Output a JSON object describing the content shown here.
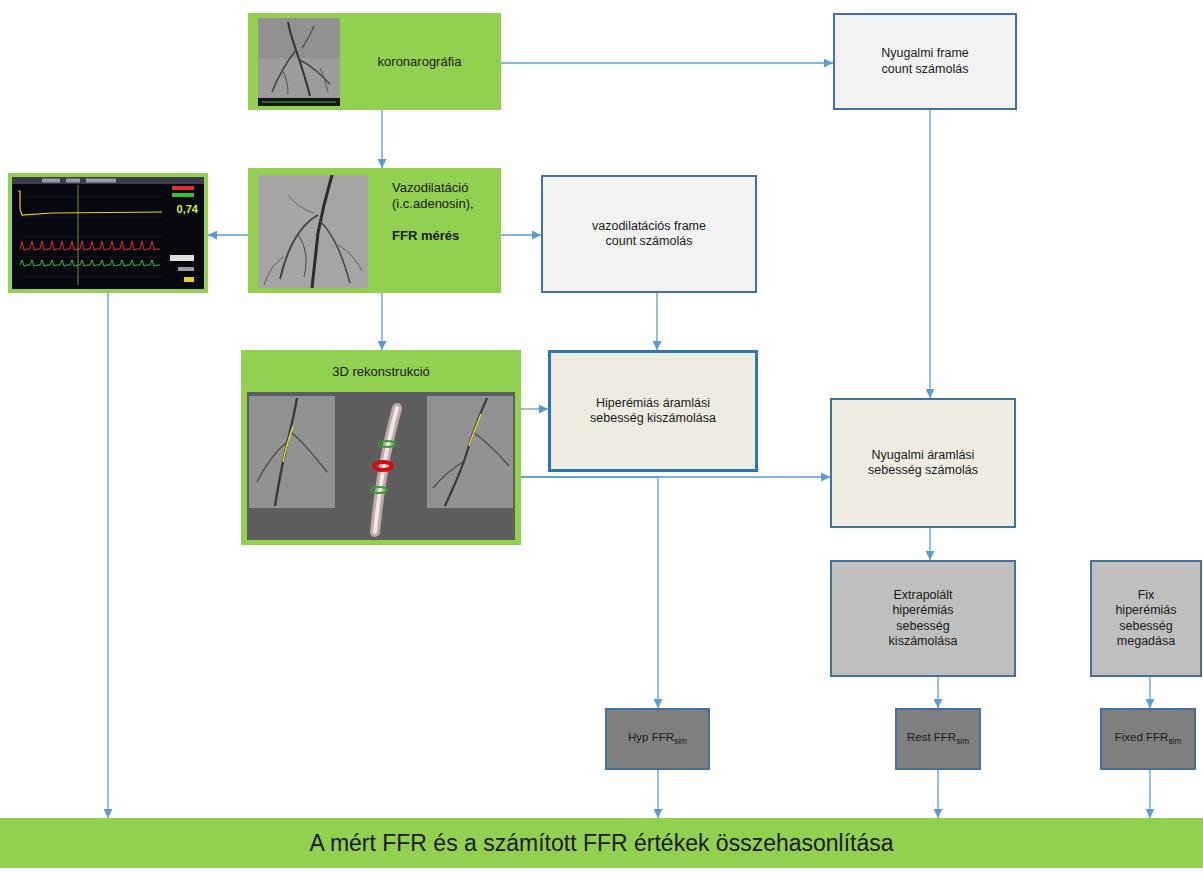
{
  "diagram": {
    "nodes": [
      {
        "text": [
          "koronarográfia"
        ]
      },
      {
        "text": [
          "Nyugalmi frame count számolás"
        ]
      },
      {
        "text": [
          "0,74"
        ]
      },
      {
        "text": [
          "Vazodilatáció (i.c.adenosin),",
          "FFR mérés"
        ]
      },
      {
        "text": [
          "vazodilatációs frame count számolás"
        ]
      },
      {
        "text": [
          "3D rekonstrukció"
        ]
      },
      {
        "text": [
          "Hiperémiás áramlási sebesség kiszámolása"
        ]
      },
      {
        "text": [
          "Nyugalmi áramlási sebesség számolás"
        ]
      },
      {
        "text": [
          "Extrapolált hiperémiás sebesség kiszámolása"
        ]
      },
      {
        "text": [
          "Fix hiperémiás sebesség megadása"
        ]
      },
      {
        "text": [
          "Hyp FFRsim"
        ]
      },
      {
        "text": [
          "Rest FFRsim"
        ]
      },
      {
        "text": [
          "Fixed FFRsim"
        ]
      },
      {
        "text": [
          "A mért FFR és a számított FFR értékek összehasonlítása"
        ]
      }
    ],
    "edges": [
      {
        "from": 0,
        "to": 1,
        "arrow": "to"
      },
      {
        "from": 0,
        "to": 3,
        "arrow": "to"
      },
      {
        "from": 3,
        "to": 2,
        "arrow": "to"
      },
      {
        "from": 3,
        "to": 4,
        "arrow": "to"
      },
      {
        "from": 3,
        "to": 5,
        "arrow": "to"
      },
      {
        "from": 4,
        "to": 6,
        "arrow": "to"
      },
      {
        "from": 1,
        "to": 7,
        "arrow": "to"
      },
      {
        "from": 5,
        "to": 6,
        "arrow": "to"
      },
      {
        "from": 5,
        "to": 7,
        "arrow": "to"
      },
      {
        "from": 5,
        "to": 10,
        "arrow": "to"
      },
      {
        "from": 7,
        "to": 8,
        "arrow": "to"
      },
      {
        "from": 8,
        "to": 11,
        "arrow": "to"
      },
      {
        "from": 9,
        "to": 12,
        "arrow": "to"
      },
      {
        "from": 2,
        "to": 13,
        "arrow": "to"
      },
      {
        "from": 10,
        "to": 13,
        "arrow": "to"
      },
      {
        "from": 11,
        "to": 13,
        "arrow": "to"
      },
      {
        "from": 12,
        "to": 13,
        "arrow": "to"
      }
    ]
  }
}
